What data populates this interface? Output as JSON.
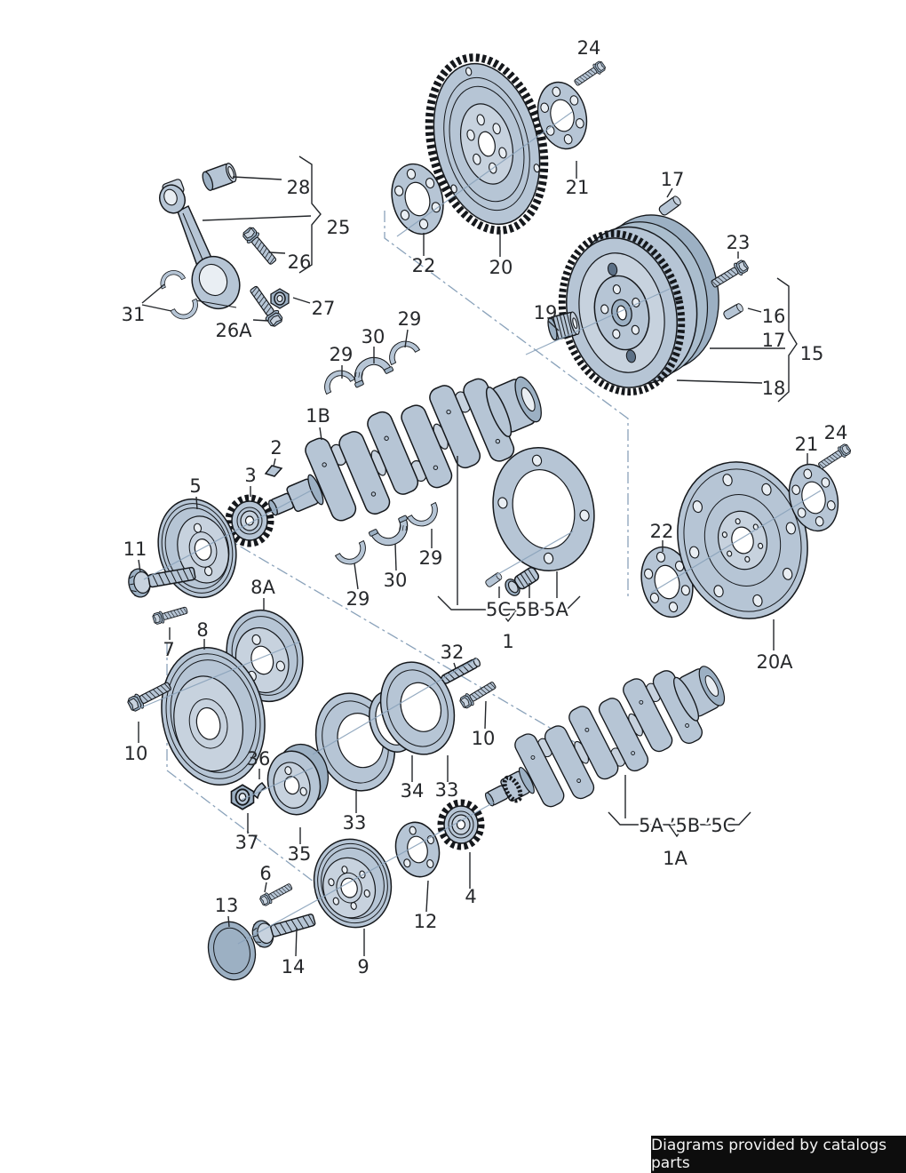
{
  "banner": {
    "text": "Diagrams provided by catalogs parts"
  },
  "callouts": [
    "24",
    "21",
    "22",
    "20",
    "17",
    "23",
    "16",
    "17",
    "15",
    "18",
    "19",
    "28",
    "25",
    "26",
    "27",
    "26A",
    "31",
    "29",
    "30",
    "29",
    "1B",
    "2",
    "3",
    "5",
    "11",
    "8A",
    "29",
    "30",
    "29",
    "7",
    "8",
    "10",
    "32",
    "10",
    "5C",
    "5B",
    "5A",
    "1",
    "24",
    "21",
    "22",
    "20A",
    "36",
    "37",
    "35",
    "33",
    "34",
    "33",
    "6",
    "13",
    "14",
    "9",
    "12",
    "4",
    "5A",
    "ʼ5B",
    "ʼ5C",
    "1A"
  ]
}
